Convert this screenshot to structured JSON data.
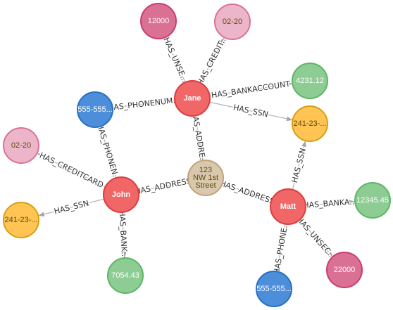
{
  "colors": {
    "person_fill": "#f16667",
    "person_stroke": "#dc3d3e",
    "address_fill": "#d9c8ae",
    "address_stroke": "#c0a378",
    "phone_fill": "#4c8eda",
    "phone_stroke": "#2870c2",
    "bank_fill": "#8dcc93",
    "bank_stroke": "#5db665",
    "ssn_fill": "#ffc454",
    "ssn_stroke": "#d7a013",
    "credit_fill": "#ecb5c9",
    "credit_stroke": "#da7298",
    "unsecured_fill": "#da7194",
    "unsecured_stroke": "#cc3c6c",
    "edge": "#b5b5b5"
  },
  "nodes": {
    "jane": {
      "label": "Jane",
      "kind": "person"
    },
    "john": {
      "label": "John",
      "kind": "person"
    },
    "matt": {
      "label": "Matt",
      "kind": "person"
    },
    "address": {
      "label_lines": [
        "123",
        "NW 1st",
        "Street"
      ],
      "kind": "address"
    },
    "jane_unsecured": {
      "label": "12000",
      "kind": "unsecured"
    },
    "jane_credit": {
      "label": "02-20",
      "kind": "credit"
    },
    "jane_bank": {
      "label": "4231.12",
      "kind": "bank"
    },
    "jane_phone": {
      "label": "555-555...",
      "kind": "phone"
    },
    "shared_ssn": {
      "label": "241-23-...",
      "kind": "ssn"
    },
    "john_credit": {
      "label": "02-20",
      "kind": "credit"
    },
    "john_ssn": {
      "label": "241-23-...",
      "kind": "ssn"
    },
    "john_bank": {
      "label": "7054.43",
      "kind": "bank"
    },
    "matt_bank": {
      "label": "12345.45",
      "kind": "bank"
    },
    "matt_unsecured": {
      "label": "22000",
      "kind": "unsecured"
    },
    "matt_phone": {
      "label": "555-555...",
      "kind": "phone"
    }
  },
  "edges": [
    {
      "from": "jane",
      "to": "jane_unsecured",
      "label": "HAS_UNSE..."
    },
    {
      "from": "jane",
      "to": "jane_credit",
      "label": "HAS_CREDIT..."
    },
    {
      "from": "jane",
      "to": "jane_bank",
      "label": "HAS_BANKACCOUNT"
    },
    {
      "from": "jane",
      "to": "jane_phone",
      "label": "HAS_PHONENUM..."
    },
    {
      "from": "jane",
      "to": "shared_ssn",
      "label": "HAS_SSN"
    },
    {
      "from": "jane",
      "to": "address",
      "label": "HAS_ADDRE..."
    },
    {
      "from": "john",
      "to": "john_credit",
      "label": "HAS_CREDITCARD"
    },
    {
      "from": "john",
      "to": "jane_phone",
      "label": "HAS_PHONEN..."
    },
    {
      "from": "john",
      "to": "address",
      "label": "HAS_ADDRESS"
    },
    {
      "from": "john",
      "to": "john_ssn",
      "label": "HAS_SSN"
    },
    {
      "from": "john",
      "to": "john_bank",
      "label": "HAS_BANK..."
    },
    {
      "from": "matt",
      "to": "address",
      "label": "HAS_ADDRESS"
    },
    {
      "from": "matt",
      "to": "shared_ssn",
      "label": "HAS_SSN"
    },
    {
      "from": "matt",
      "to": "matt_bank",
      "label": "HAS_BANKA..."
    },
    {
      "from": "matt",
      "to": "matt_unsecured",
      "label": "HAS_UNSEC..."
    },
    {
      "from": "matt",
      "to": "matt_phone",
      "label": "HAS_PHONE..."
    }
  ]
}
